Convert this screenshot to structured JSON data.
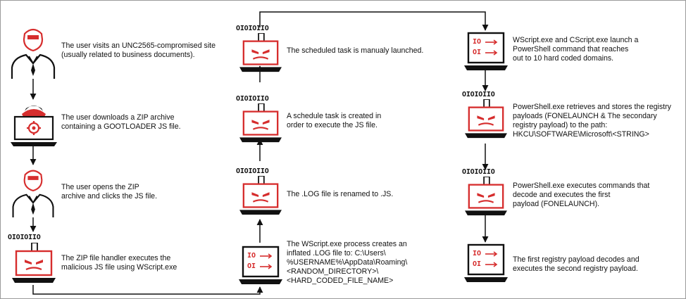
{
  "colors": {
    "accent": "#d62d2d",
    "line": "#111111",
    "frame": "#9a9a9a"
  },
  "icons": {
    "person": "hacker-person-icon",
    "hooded": "hooded-hacker-laptop-icon",
    "laptop": "hacker-laptop-icon",
    "binary": "binary-code-icon",
    "console": "console-laptop-icon"
  },
  "binary_label": "OIOIOIIO",
  "console_lines": [
    "IO",
    "OI"
  ],
  "steps": {
    "s1": "The user visits an UNC2565-compromised site\n(usually related to business documents).",
    "s2": "The user downloads a ZIP archive\ncontaining a GOOTLOADER JS file.",
    "s3": "The user opens the ZIP\narchive and clicks the JS file.",
    "s4": "The ZIP file handler executes the\nmalicious JS file using WScript.exe",
    "s5": "The WScript.exe process creates an\ninflated .LOG file to: C:\\Users\\\n%USERNAME%\\AppData\\Roaming\\\n<RANDOM_DIRECTORY>\\\n<HARD_CODED_FILE_NAME>",
    "s6": "The .LOG file is renamed to .JS.",
    "s7": "A schedule task is created in\norder to execute the JS file.",
    "s8": "The scheduled task is manualy launched.",
    "s9": "WScript.exe and CScript.exe launch a\nPowerShell command that reaches\nout to 10 hard coded domains.",
    "s10": "PowerShell.exe retrieves and stores the registry\npayloads (FONELAUNCH & The secondary\nregistry payload) to the path:\nHKCU\\SOFTWARE\\Microsoft\\<STRING>",
    "s11": "PowerShell.exe executes commands that\ndecode and executes the first\npayload (FONELAUNCH).",
    "s12": "The first registry payload decodes and\nexecutes the second registry payload."
  }
}
